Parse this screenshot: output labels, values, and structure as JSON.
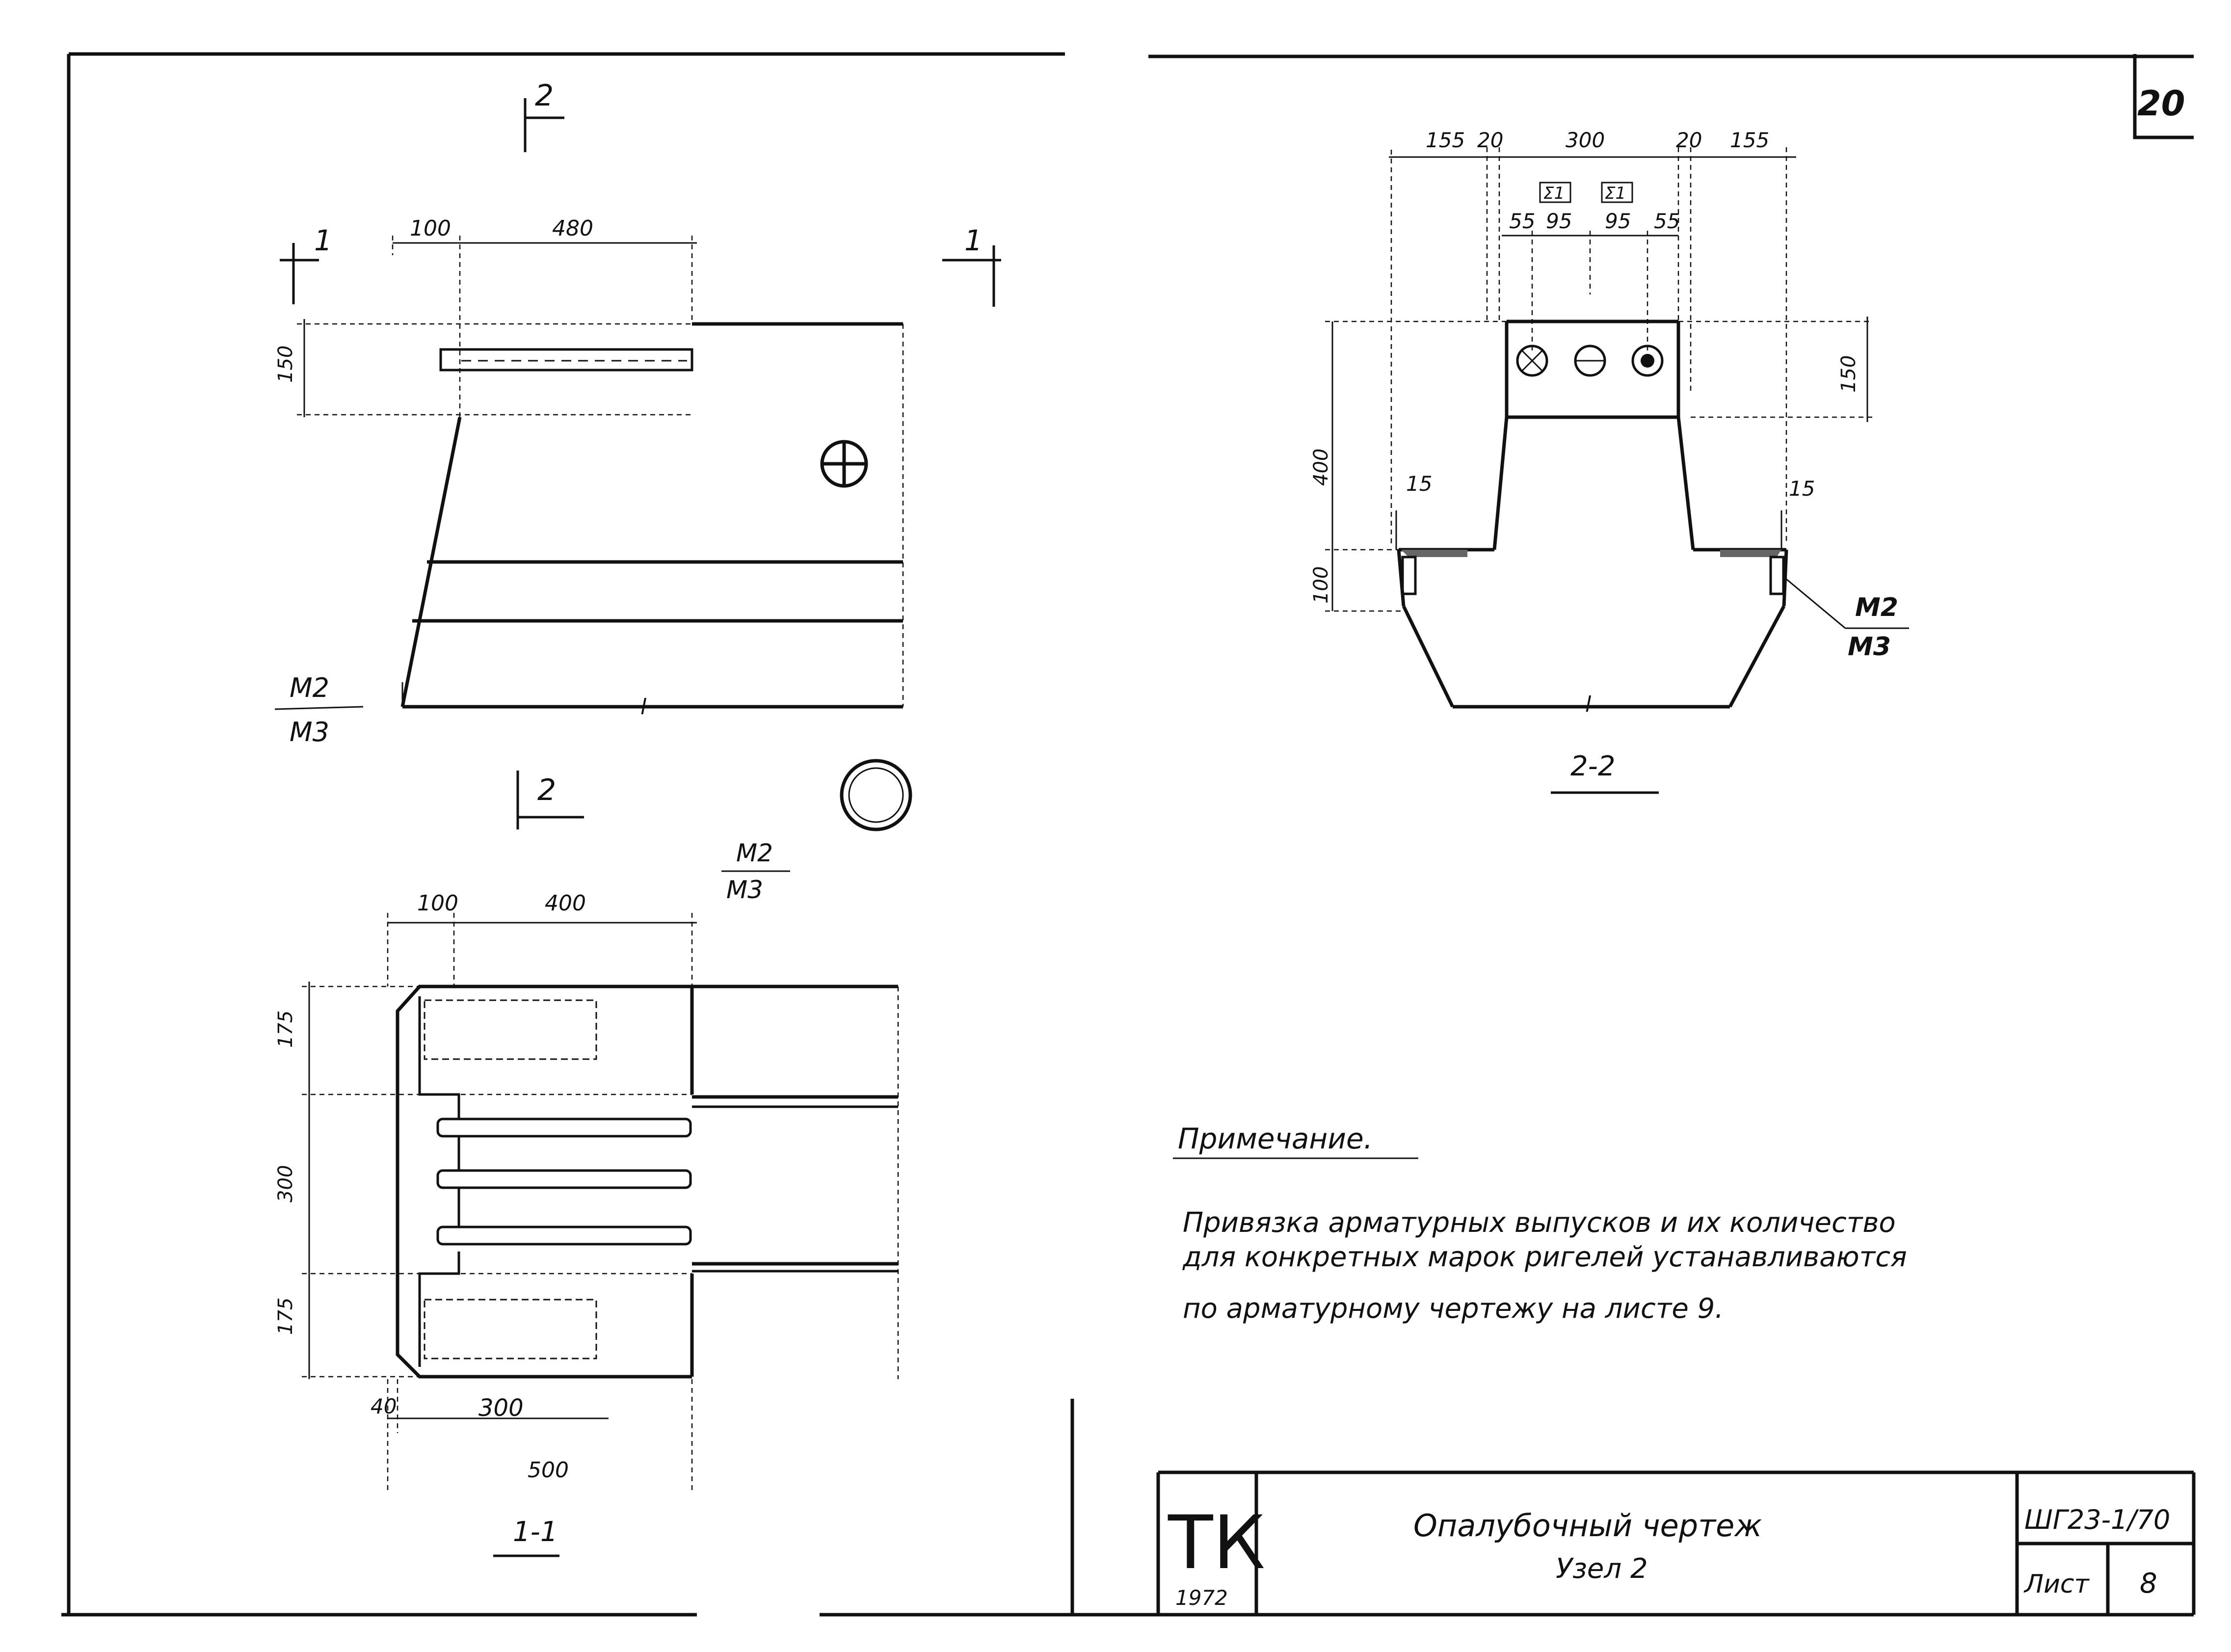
{
  "sheet_number": "20",
  "view_1_1": {
    "section_mark": "1",
    "section_mark_2": "2",
    "dim_top": [
      "100",
      "480"
    ],
    "dim_side": "150",
    "span_label": "l",
    "grade_top": "M2",
    "grade_bottom": "M3"
  },
  "view_plan": {
    "section_mark": "2",
    "dim_top": [
      "100",
      "400"
    ],
    "dim_side": [
      "175",
      "300",
      "175"
    ],
    "dim_bottom_a": "40",
    "dim_bottom_b": "300",
    "dim_bottom_c": "500",
    "grade_top": "M2",
    "grade_bottom": "M3",
    "title": "1-1"
  },
  "view_2_2": {
    "dim_top": [
      "155",
      "20",
      "300",
      "20",
      "155"
    ],
    "marks": [
      "Σ1",
      "Σ1"
    ],
    "dim_mid": [
      "55",
      "95",
      "95",
      "55"
    ],
    "dim_height": "400",
    "dim_150": "150",
    "dim_100": "100",
    "dim_15_left": "15",
    "dim_15_right": "15",
    "span_label": "l",
    "grade_top": "M2",
    "grade_bottom": "M3",
    "title": "2-2"
  },
  "note": {
    "heading": "Примечание.",
    "line1": "Привязка арматурных выпусков и их количество",
    "line2": "для конкретных марок ригелей устанавливаются",
    "line3": "по арматурному чертежу на листе 9."
  },
  "title_block": {
    "logo": "ТК",
    "year": "1972",
    "title_line1": "Опалубочный чертеж",
    "title_line2": "Узел 2",
    "code": "ШГ23-1/70",
    "sheet_label": "Лист",
    "sheet_value": "8"
  }
}
